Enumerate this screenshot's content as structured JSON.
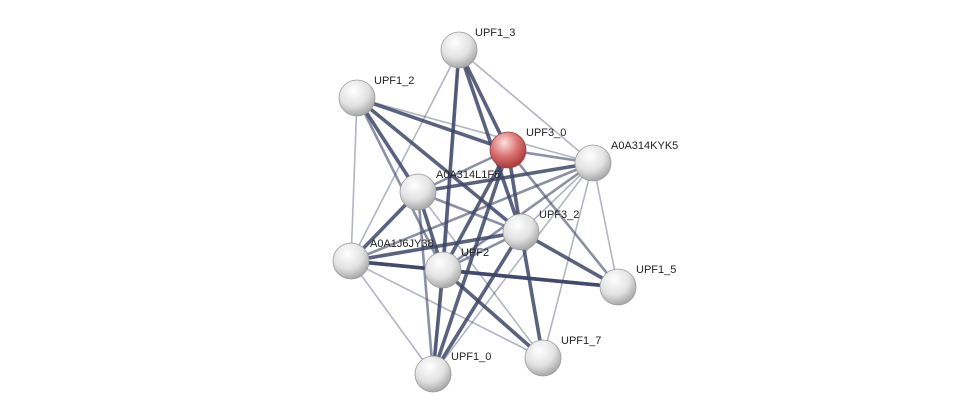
{
  "colors": {
    "edge": "#3d4668",
    "node": "#e6e6e6",
    "query_node": "#d56868"
  },
  "nodes": [
    {
      "id": "UPF1_3",
      "label": "UPF1_3",
      "query": false
    },
    {
      "id": "UPF1_2",
      "label": "UPF1_2",
      "query": false
    },
    {
      "id": "UPF3_0",
      "label": "UPF3_0",
      "query": true
    },
    {
      "id": "A0A314KYK5",
      "label": "A0A314KYK5",
      "query": false
    },
    {
      "id": "A0A314L1F8",
      "label": "A0A314L1F8",
      "query": false
    },
    {
      "id": "UPF3_2",
      "label": "UPF3_2",
      "query": false
    },
    {
      "id": "A0A1J6JY38",
      "label": "A0A1J6JY38",
      "query": false
    },
    {
      "id": "UPF2",
      "label": "UPF2",
      "query": false
    },
    {
      "id": "UPF1_5",
      "label": "UPF1_5",
      "query": false
    },
    {
      "id": "UPF1_7",
      "label": "UPF1_7",
      "query": false
    },
    {
      "id": "UPF1_0",
      "label": "UPF1_0",
      "query": false
    }
  ],
  "edges": [
    [
      "UPF1_3",
      "UPF3_0",
      3
    ],
    [
      "UPF1_3",
      "UPF3_2",
      3
    ],
    [
      "UPF1_3",
      "UPF2",
      3
    ],
    [
      "UPF1_3",
      "A0A314KYK5",
      1
    ],
    [
      "UPF1_3",
      "A0A1J6JY38",
      1
    ],
    [
      "UPF1_3",
      "UPF1_0",
      1
    ],
    [
      "UPF1_2",
      "UPF3_0",
      3
    ],
    [
      "UPF1_2",
      "A0A314L1F8",
      3
    ],
    [
      "UPF1_2",
      "UPF3_2",
      3
    ],
    [
      "UPF1_2",
      "UPF2",
      2
    ],
    [
      "UPF1_2",
      "A0A1J6JY38",
      1
    ],
    [
      "UPF1_2",
      "A0A314KYK5",
      1
    ],
    [
      "UPF3_0",
      "A0A314L1F8",
      2
    ],
    [
      "UPF3_0",
      "A0A314KYK5",
      2
    ],
    [
      "UPF3_0",
      "UPF3_2",
      3
    ],
    [
      "UPF3_0",
      "UPF2",
      3
    ],
    [
      "UPF3_0",
      "UPF1_0",
      3
    ],
    [
      "UPF3_0",
      "UPF1_5",
      2
    ],
    [
      "A0A314KYK5",
      "A0A314L1F8",
      3
    ],
    [
      "A0A314KYK5",
      "A0A1J6JY38",
      2
    ],
    [
      "A0A314KYK5",
      "UPF2",
      2
    ],
    [
      "A0A314KYK5",
      "UPF3_2",
      1
    ],
    [
      "A0A314KYK5",
      "UPF1_5",
      1
    ],
    [
      "A0A314KYK5",
      "UPF1_0",
      1
    ],
    [
      "A0A314KYK5",
      "UPF1_7",
      1
    ],
    [
      "A0A314L1F8",
      "UPF3_2",
      2
    ],
    [
      "A0A314L1F8",
      "A0A1J6JY38",
      3
    ],
    [
      "A0A314L1F8",
      "UPF2",
      3
    ],
    [
      "A0A314L1F8",
      "UPF1_0",
      2
    ],
    [
      "A0A314L1F8",
      "UPF1_7",
      1
    ],
    [
      "UPF3_2",
      "A0A1J6JY38",
      3
    ],
    [
      "UPF3_2",
      "UPF2",
      2
    ],
    [
      "UPF3_2",
      "UPF1_5",
      3
    ],
    [
      "UPF3_2",
      "UPF1_7",
      3
    ],
    [
      "UPF3_2",
      "UPF1_0",
      3
    ],
    [
      "A0A1J6JY38",
      "UPF2",
      3
    ],
    [
      "A0A1J6JY38",
      "UPF1_5",
      3
    ],
    [
      "A0A1J6JY38",
      "UPF1_0",
      1
    ],
    [
      "A0A1J6JY38",
      "UPF1_7",
      1
    ],
    [
      "UPF2",
      "UPF1_5",
      3
    ],
    [
      "UPF2",
      "UPF1_7",
      3
    ],
    [
      "UPF2",
      "UPF1_0",
      3
    ]
  ]
}
